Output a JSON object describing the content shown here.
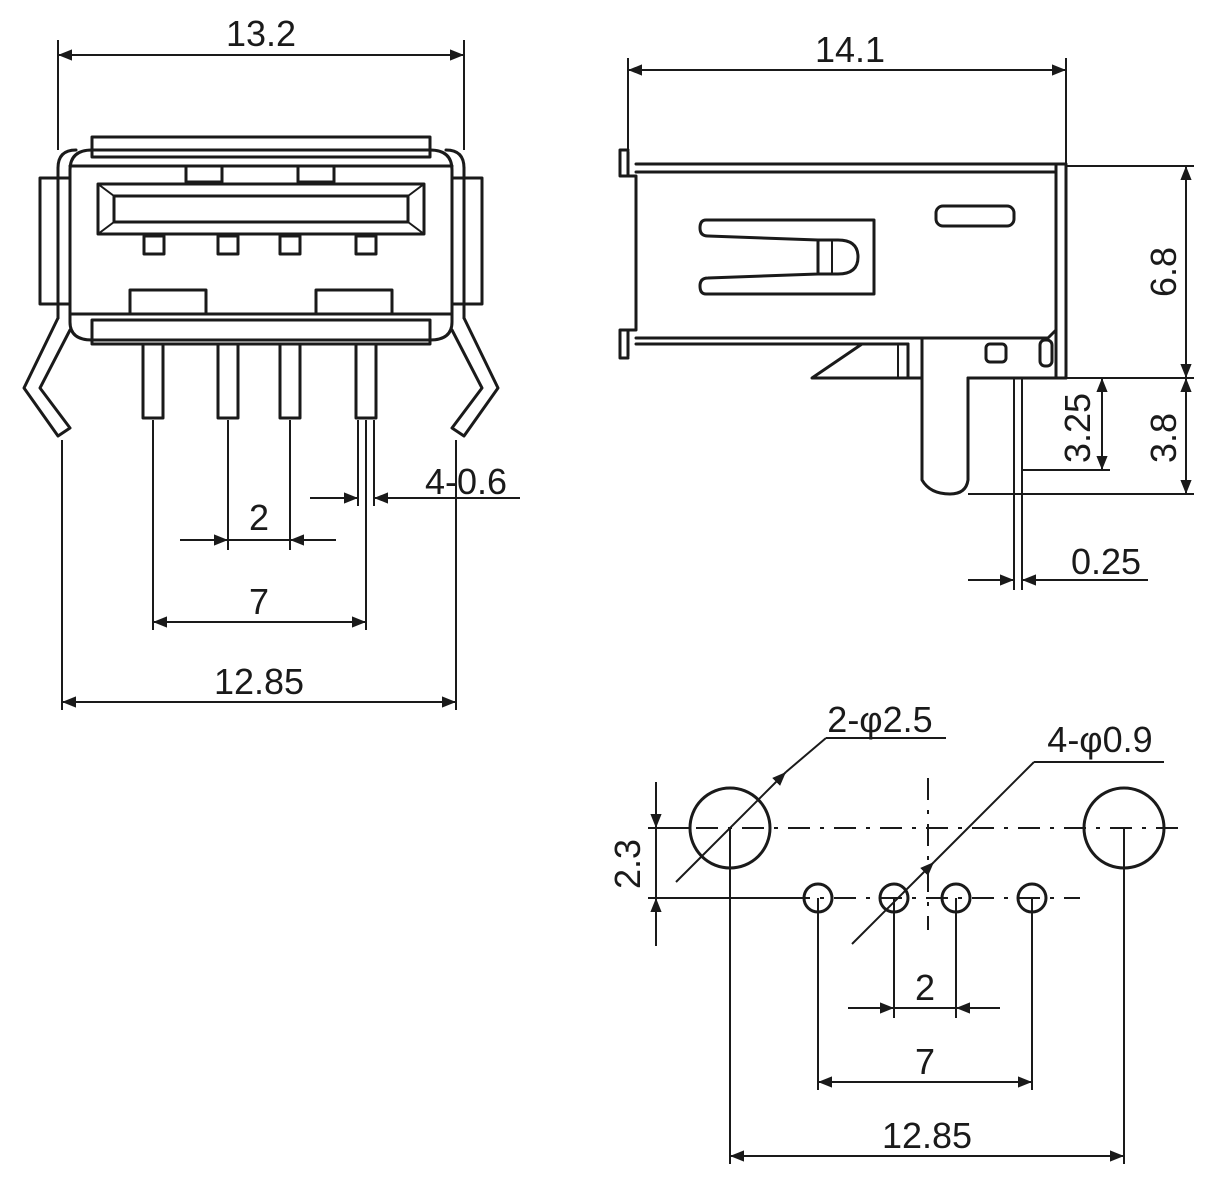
{
  "drawing": {
    "line_color": "#1a1a1a",
    "background": "#ffffff",
    "front_view": {
      "overall_width": "13.2",
      "pin_pitch": "2",
      "outer_pin_span": "7",
      "leg_span": "12.85",
      "pin_width": "4-0.6"
    },
    "side_view": {
      "overall_depth": "14.1",
      "body_height": "6.8",
      "pin_length_total": "3.8",
      "pin_length_inner": "3.25",
      "pin_thickness": "0.25"
    },
    "footprint": {
      "mount_holes": "2-φ2.5",
      "signal_holes": "4-φ0.9",
      "row_offset": "2.3",
      "pin_pitch": "2",
      "outer_pin_span": "7",
      "hole_span": "12.85"
    }
  }
}
